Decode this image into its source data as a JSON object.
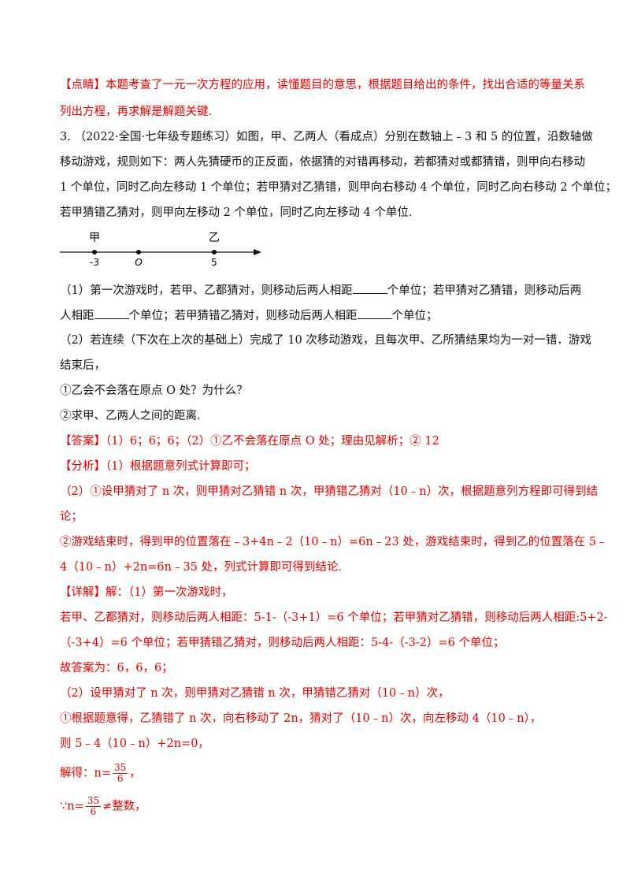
{
  "note": {
    "line1": "【点睛】本题考查了一元一次方程的应用，读懂题目的意思，根据题目给出的条件，找出合适的等量关系",
    "line2": "列出方程，再求解是解题关键."
  },
  "question": {
    "line1": "3.  （2022·全国·七年级专题练习）如图，甲、乙两人（看成点）分别在数轴上﹣3 和 5 的位置，沿数轴做",
    "line2": "移动游戏，规则如下：两人先猜硬币的正反面，依据猜的对错再移动，若都猜对或都猜错，则甲向右移动",
    "line3": "1 个单位，同时乙向左移动 1 个单位；若甲猜对乙猜错，则甲向右移动 4 个单位，同时乙向右移动 2 个单位；",
    "line4": "若甲猜错乙猜对，则甲向左移动 2 个单位，同时乙向左移动 4 个单位."
  },
  "number_line": {
    "label_jia": "甲",
    "label_yi": "乙",
    "tick_left": "-3",
    "tick_origin": "O",
    "tick_right": "5"
  },
  "part1": {
    "l1a": "（1）第一次游戏时，若甲、乙都猜对，则移动后两人相距",
    "l1b": "个单位；若甲猜对乙猜错，则移动后两",
    "l2a": "人相距",
    "l2b": "个单位；若甲猜错乙猜对，则移动后两人相距",
    "l2c": "个单位；"
  },
  "part2": {
    "l1": "（2）若连续（下次在上次的基础上）完成了 10 次移动游戏，且每次甲、乙所猜结果均为一对一错．游戏",
    "l2": "结束后，",
    "q1": "①乙会不会落在原点 O 处？为什么？",
    "q2": "②求甲、乙两人之间的距离."
  },
  "answer": "【答案】（1）6；6；6；（2）①乙不会落在原点 O 处；理由见解析；② 12",
  "analysis": {
    "l1": "【分析】（1）根据题意列式计算即可；",
    "l2": "（2）①设甲猜对了 n 次，则甲猜对乙猜错 n 次，甲猜错乙猜对（10﹣n）次，根据题意列方程即可得到结",
    "l3": "论；",
    "l4": "②游戏结束时，得到甲的位置落在﹣3+4n﹣2（10﹣n）=6n﹣23 处，游戏结束时，得到乙的位置落在 5﹣",
    "l5": "4（10﹣n）+2n=6n﹣35 处，列式计算即可得到结论."
  },
  "detail": {
    "l1": "【详解】解：（1）第一次游戏时，",
    "l2": "若甲、乙都猜对，则移动后两人相距：5-1-（-3+1）=6 个单位；若甲猜对乙猜错，则移动后两人相距:5+2-",
    "l3": "（-3+4）=6 个单位；若甲猜错乙猜对，则移动后两人相距：5-4-（-3-2）=6 个单位；",
    "l4": "故答案为：6，6，6；",
    "l5": "（2）设甲猜对了 n 次，则甲猜对乙猜错 n 次，甲猜错乙猜对（10﹣n）次，",
    "l6": "①根据题意得，乙猜错了 n 次，向右移动了 2n，猜对了（10﹣n）次，向左移动 4（10﹣n），",
    "l7": "则 5﹣4（10﹣n）+2n=0，",
    "l8_pre": "解得：n=",
    "l8_post": "，",
    "l9_pre": "∵n=",
    "l9_post": "≠整数，",
    "frac_num": "35",
    "frac_den": "6"
  }
}
